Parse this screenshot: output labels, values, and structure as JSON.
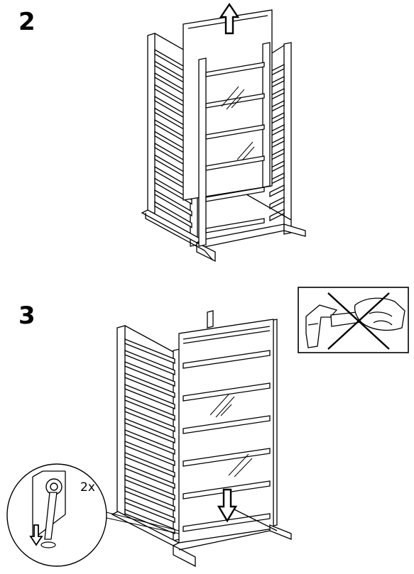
{
  "steps": [
    {
      "number": "2"
    },
    {
      "number": "3"
    }
  ],
  "detail": {
    "quantity_label": "2x"
  },
  "icons": [
    "arrow-up-icon",
    "arrow-down-icon",
    "no-hammer-icon",
    "screw-detail-icon"
  ],
  "colors": {
    "line": "#000000",
    "background": "#ffffff"
  }
}
